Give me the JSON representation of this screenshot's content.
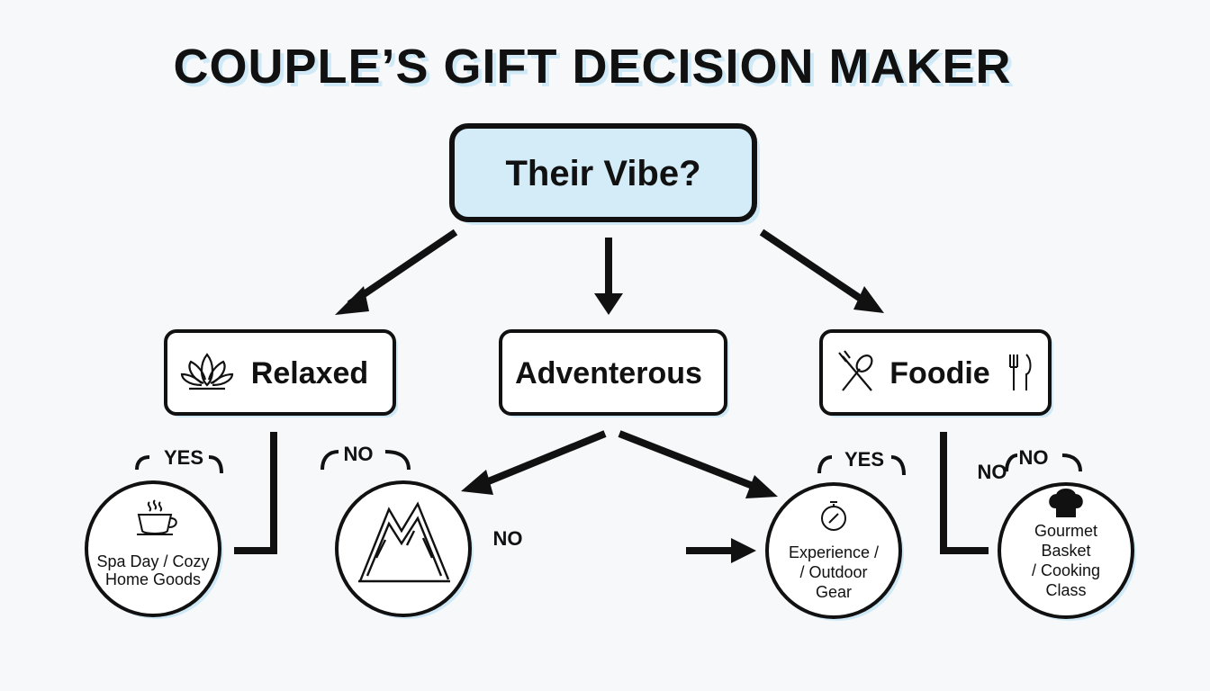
{
  "title": "COUPLE’S GIFT DECISION MAKER",
  "root": {
    "label": "Their Vibe?"
  },
  "categories": [
    {
      "label": "Relaxed",
      "icon": "lotus-icon"
    },
    {
      "label": "Adventerous",
      "icon": ""
    },
    {
      "label": "Foodie",
      "icon": "fork-spoon-icon"
    }
  ],
  "edge_labels": {
    "relaxed_yes": "YES",
    "relaxed_no": "NO",
    "adventurous_no": "NO",
    "foodie_yes": "YES",
    "foodie_no_1": "NO",
    "foodie_no_2": "NO"
  },
  "outcomes": [
    {
      "lines": [
        "Spa Day / Cozy",
        "Home Goods"
      ],
      "icon": "teacup-icon"
    },
    {
      "lines": [],
      "icon": "mountain-icon"
    },
    {
      "lines": [
        "Experience /",
        "/ Outdoor",
        "Gear"
      ],
      "icon": "compass-icon"
    },
    {
      "lines": [
        "Gourmet",
        "Basket",
        "/ Cooking",
        "Class"
      ],
      "icon": "chef-hat-icon"
    }
  ],
  "colors": {
    "accent": "#cfe9f7",
    "root_fill": "#d3ecf8",
    "stroke": "#111111",
    "background": "#f7f8f9"
  }
}
